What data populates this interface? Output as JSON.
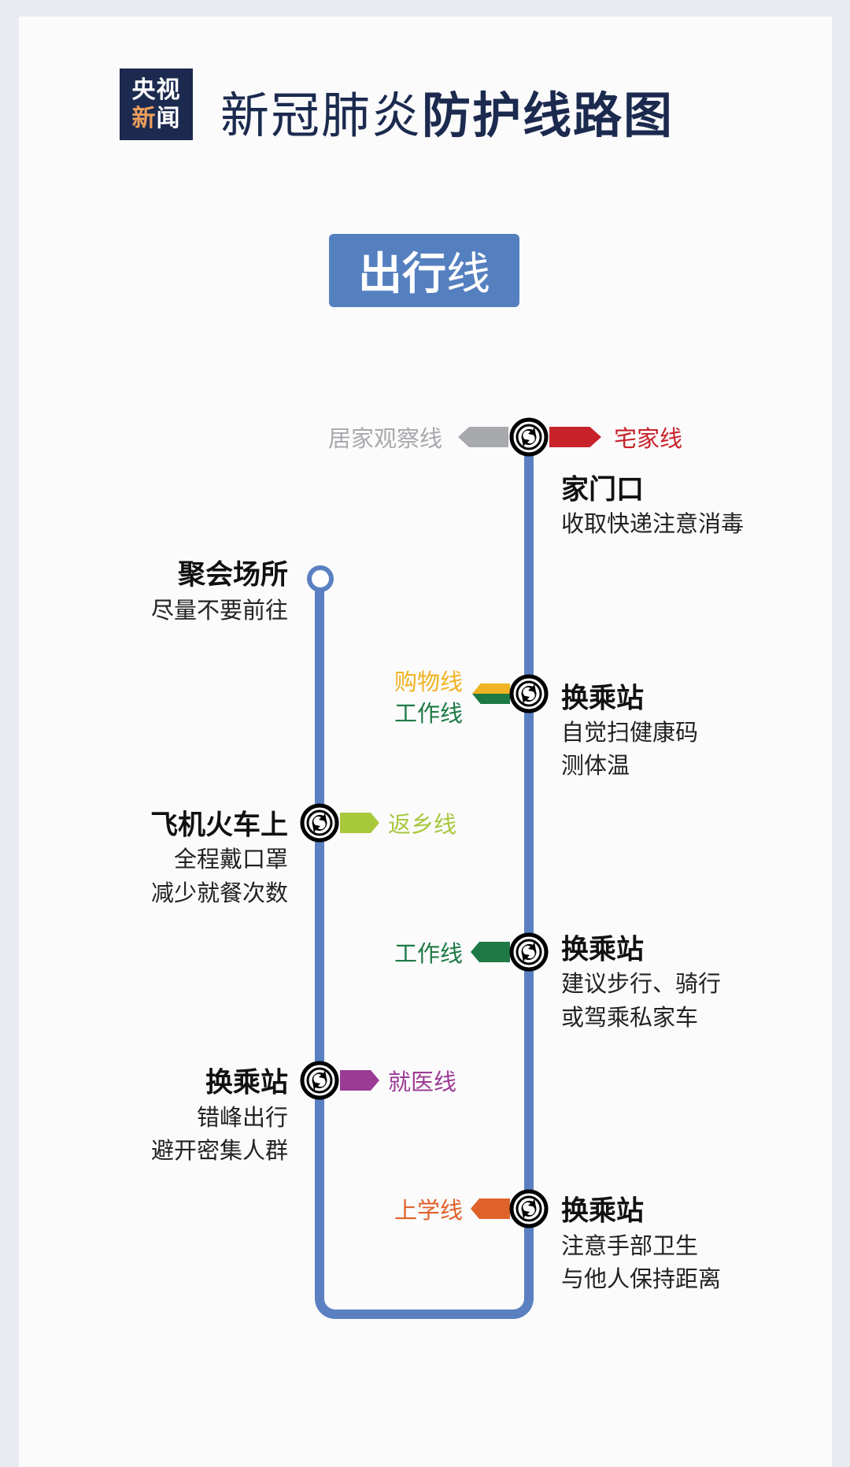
{
  "logo": {
    "line1": "央视",
    "line2a": "新",
    "line2b": "闻"
  },
  "title": {
    "part1": "新冠肺炎",
    "part2": "防护线路图"
  },
  "badge": {
    "bold": "出行",
    "thin": "线"
  },
  "colors": {
    "navy": "#1b2a4e",
    "line": "#5a80c2",
    "gray": "#a7a9ac",
    "red": "#c8222a",
    "yellow": "#f0b323",
    "green": "#1e7a45",
    "lime": "#a8c83c",
    "purple": "#9b3b94",
    "orange": "#e0622b"
  },
  "branches": {
    "home_observe": "居家观察线",
    "stay_home": "宅家线",
    "shopping": "购物线",
    "work1": "工作线",
    "return_home": "返乡线",
    "work2": "工作线",
    "medical": "就医线",
    "school": "上学线"
  },
  "stations": [
    {
      "name": "家门口",
      "desc": [
        "收取快递注意消毒"
      ]
    },
    {
      "name": "聚会场所",
      "desc": [
        "尽量不要前往"
      ]
    },
    {
      "name": "换乘站",
      "desc": [
        "自觉扫健康码",
        "测体温"
      ]
    },
    {
      "name": "飞机火车上",
      "desc": [
        "全程戴口罩",
        "减少就餐次数"
      ]
    },
    {
      "name": "换乘站",
      "desc": [
        "建议步行、骑行",
        "或驾乘私家车"
      ]
    },
    {
      "name": "换乘站",
      "desc": [
        "错峰出行",
        "避开密集人群"
      ]
    },
    {
      "name": "换乘站",
      "desc": [
        "注意手部卫生",
        "与他人保持距离"
      ]
    }
  ]
}
